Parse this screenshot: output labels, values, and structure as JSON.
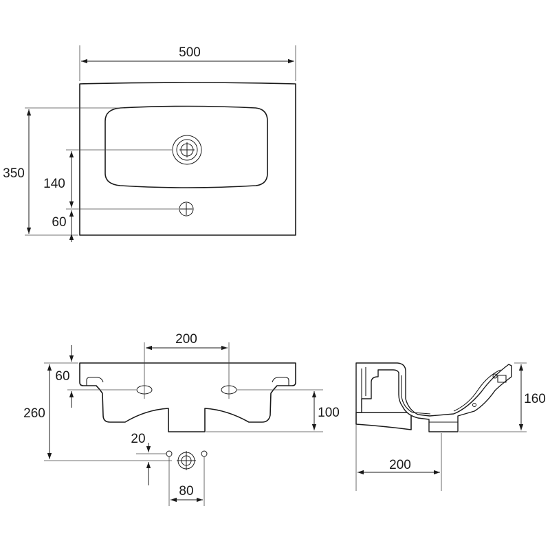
{
  "top_view": {
    "width_label": "500",
    "depth_label": "350",
    "tap_to_drain_label": "140",
    "tap_to_back_label": "60"
  },
  "front_view": {
    "bracket_spacing_label": "200",
    "bracket_height_label": "60",
    "total_height_label": "260",
    "body_height_label": "100",
    "drain_offset_label": "20",
    "drain_spacing_label": "80"
  },
  "side_view": {
    "depth_label": "200",
    "height_label": "160"
  }
}
